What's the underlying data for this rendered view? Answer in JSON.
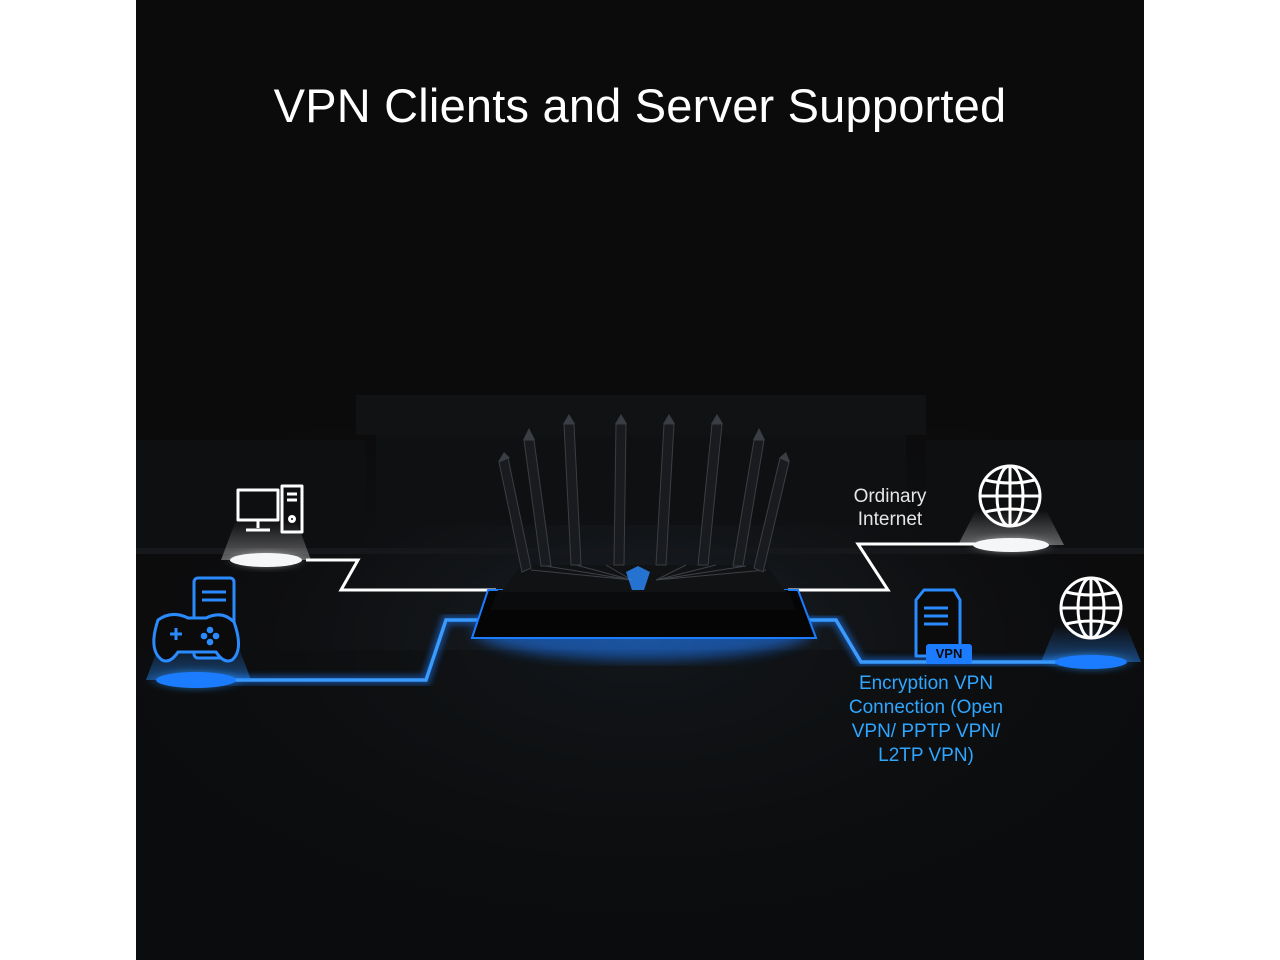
{
  "title": "VPN Clients and Server Supported",
  "labels": {
    "ordinary_internet": [
      "Ordinary",
      "Internet"
    ],
    "vpn_connection": [
      "Encryption VPN",
      "Connection (Open",
      "VPN/ PPTP VPN/",
      "L2TP VPN)"
    ],
    "vpn_badge": "VPN"
  },
  "colors": {
    "background": "#0b0b0c",
    "accent_blue": "#1c7cff",
    "label_blue": "#2fa6ff",
    "line_white": "#ffffff"
  },
  "icons": [
    "desktop-computer-icon",
    "game-controller-icon",
    "pc-tower-icon",
    "globe-icon",
    "vpn-server-icon",
    "router-icon"
  ]
}
